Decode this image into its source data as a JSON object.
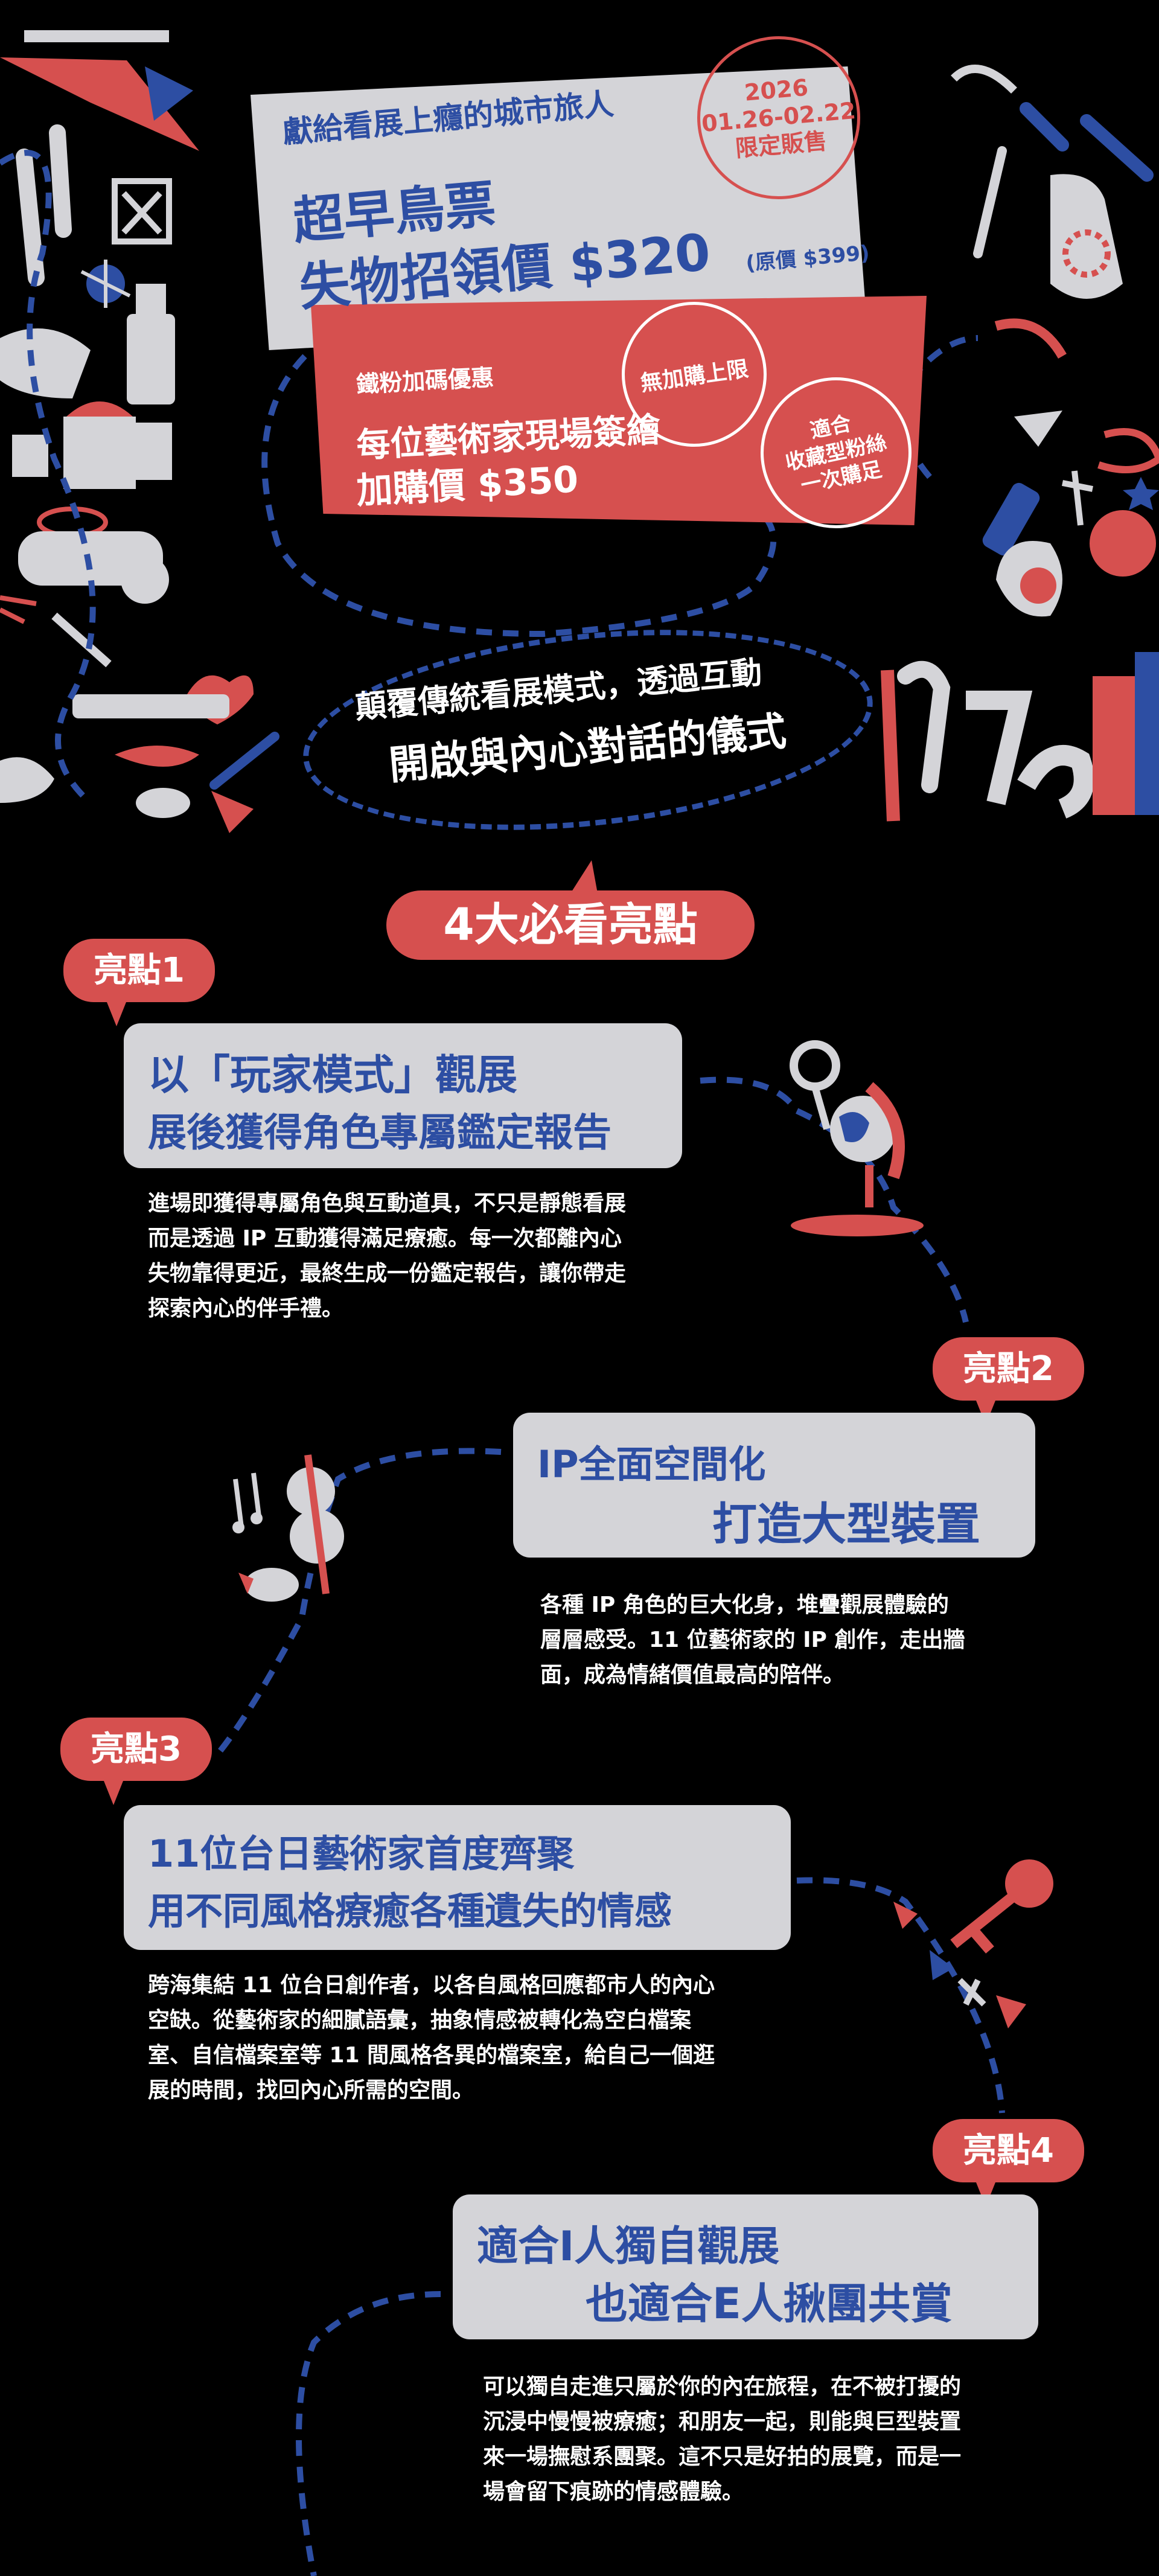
{
  "ticket": {
    "intro": "獻給看展上癮的城市旅人",
    "title_line1": "超早鳥票",
    "title_line2": "失物招領價 $320",
    "original_price": "(原價 $399)",
    "date_stamp": {
      "year": "2026",
      "range": "01.26-02.22",
      "label": "限定販售"
    },
    "addon_small": "鐵粉加碼優惠",
    "addon_line1": "每位藝術家現場簽繪",
    "addon_line2": "加購價 $350",
    "limit_stamp": "無加購上限",
    "fan_stamp": [
      "適合",
      "收藏型粉絲",
      "一次購足"
    ]
  },
  "slogan": {
    "line1": "顛覆傳統看展模式，透過互動",
    "line2": "開啟與內心對話的儀式"
  },
  "section_title": "4大必看亮點",
  "highlights": [
    {
      "tag": "亮點1",
      "title": [
        "以「玩家模式」觀展",
        "展後獲得角色專屬鑑定報告"
      ],
      "desc": [
        "進場即獲得專屬角色與互動道具，不只是靜態看展",
        "而是透過 IP 互動獲得滿足療癒。每一次都離內心",
        "失物靠得更近，最終生成一份鑑定報告，讓你帶走",
        "探索內心的伴手禮。"
      ]
    },
    {
      "tag": "亮點2",
      "title": [
        "IP全面空間化",
        "打造大型裝置"
      ],
      "desc": [
        "各種 IP 角色的巨大化身，堆疊觀展體驗的",
        "層層感受。11 位藝術家的 IP 創作，走出牆",
        "面，成為情緒價值最高的陪伴。"
      ]
    },
    {
      "tag": "亮點3",
      "title": [
        "11位台日藝術家首度齊聚",
        "用不同風格療癒各種遺失的情感"
      ],
      "desc": [
        "跨海集結 11 位台日創作者，以各自風格回應都市人的內心",
        "空缺。從藝術家的細膩語彙，抽象情感被轉化為空白檔案",
        "室、自信檔案室等 11 間風格各異的檔案室，給自己一個逛",
        "展的時間，找回內心所需的空間。"
      ]
    },
    {
      "tag": "亮點4",
      "title": [
        "適合I人獨自觀展",
        "也適合E人揪團共賞"
      ],
      "desc": [
        "可以獨自走進只屬於你的內在旅程，在不被打擾的",
        "沉浸中慢慢被療癒；和朋友一起，則能與巨型裝置",
        "來一場撫慰系團聚。這不只是好拍的展覽，而是一",
        "場會留下痕跡的情感體驗。"
      ]
    }
  ],
  "colors": {
    "background": "#000000",
    "red": "#d6504f",
    "blue": "#2d4ea3",
    "grey": "#d4d4d8",
    "white": "#ffffff"
  }
}
